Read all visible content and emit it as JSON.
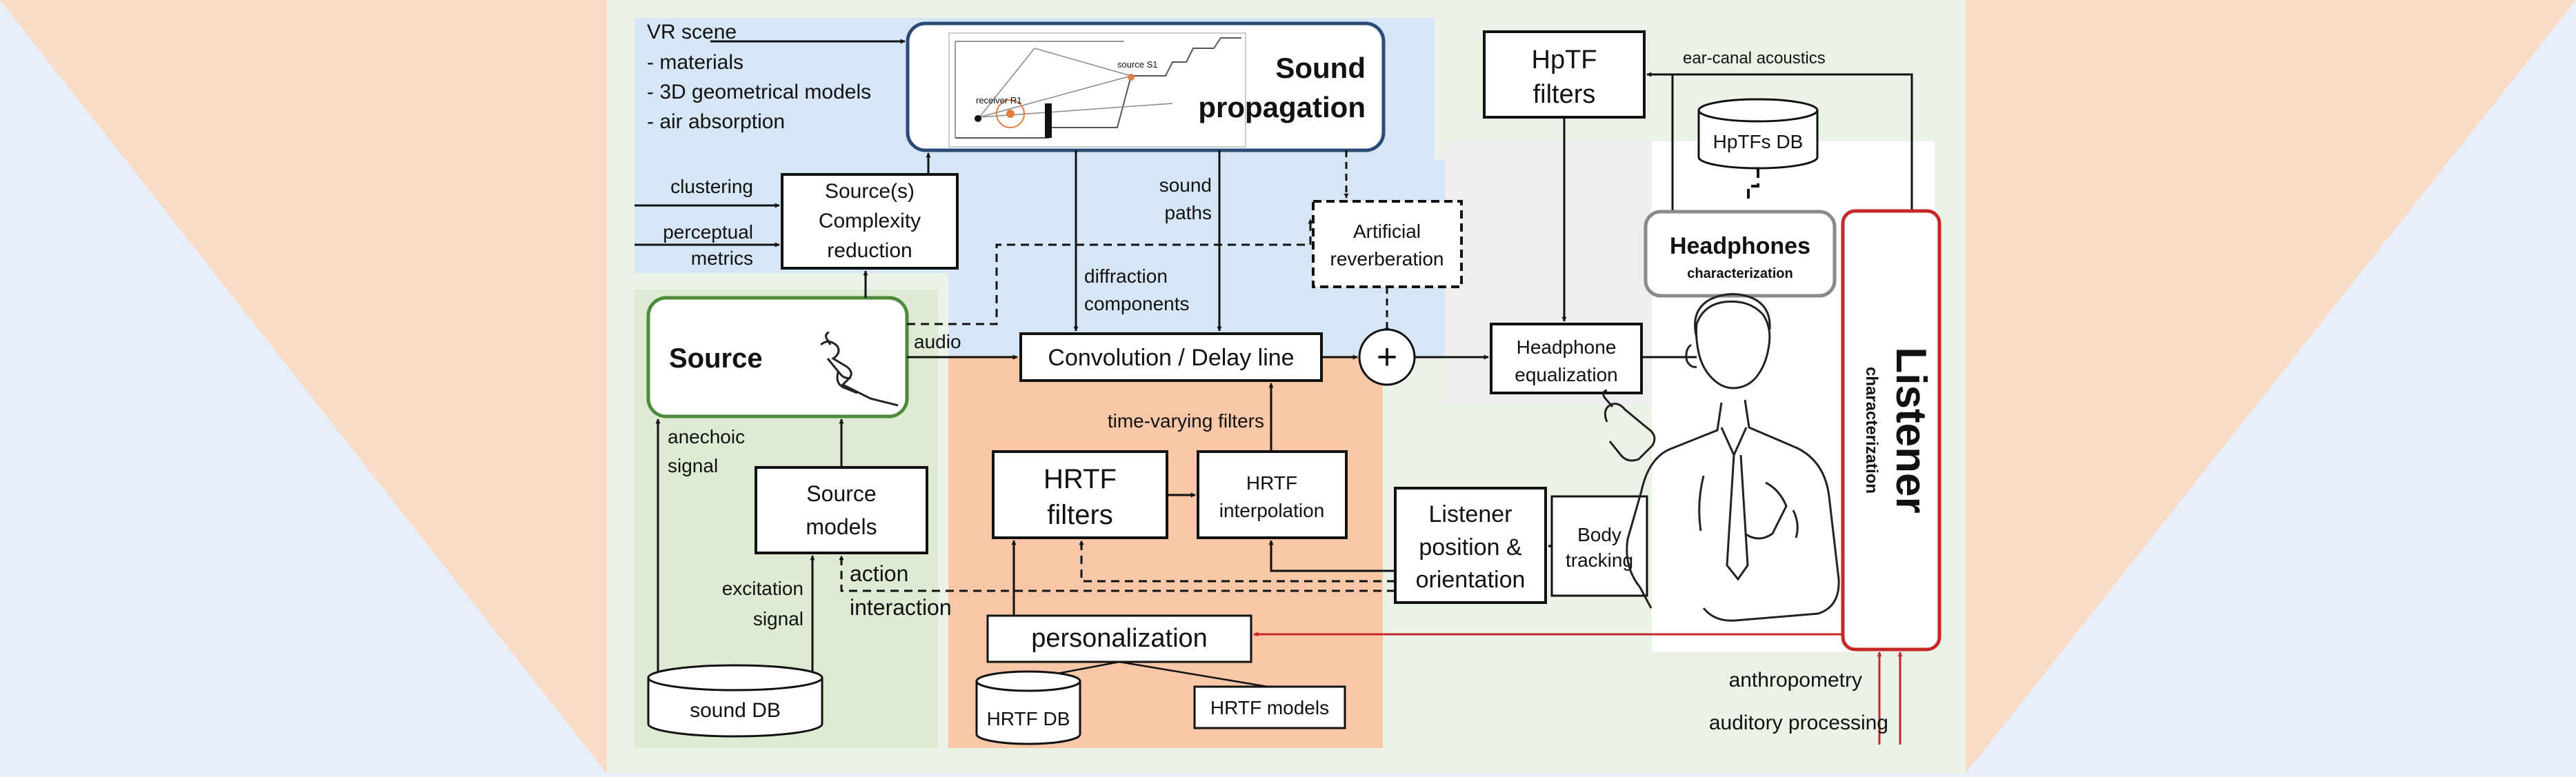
{
  "vr_scene": {
    "title": "VR scene",
    "items": [
      "- materials",
      "- 3D geometrical models",
      "- air absorption"
    ]
  },
  "sound_propagation": {
    "line1": "Sound",
    "line2": "propagation"
  },
  "propagation_thumbnail": {
    "label_receiver": "receiver R1",
    "label_source": "source S1"
  },
  "complexity_reduction": {
    "line1": "Source(s)",
    "line2": "Complexity",
    "line3": "reduction",
    "input_clustering": "clustering",
    "input_perceptual": "perceptual",
    "input_metrics": "metrics"
  },
  "source": {
    "label": "Source",
    "output_audio": "audio",
    "anechoic_line1": "anechoic",
    "anechoic_line2": "signal"
  },
  "source_models": {
    "line1": "Source",
    "line2": "models",
    "excitation_line1": "excitation",
    "excitation_line2": "signal"
  },
  "sound_db": {
    "label": "sound DB"
  },
  "sound_paths": {
    "line1": "sound",
    "line2": "paths"
  },
  "diffraction": {
    "line1": "diffraction",
    "line2": "components"
  },
  "artificial_reverberation": {
    "line1": "Artificial",
    "line2": "reverberation"
  },
  "convolution": {
    "label": "Convolution / Delay line"
  },
  "summing_node": {
    "symbol": "+"
  },
  "time_varying": {
    "label": "time-varying filters"
  },
  "hrtf_filters": {
    "line1": "HRTF",
    "line2": "filters"
  },
  "hrtf_interpolation": {
    "line1": "HRTF",
    "line2": "interpolation"
  },
  "action_interaction": {
    "line1": "action",
    "line2": "interaction"
  },
  "personalization": {
    "label": "personalization"
  },
  "hrtf_db": {
    "label": "HRTF DB"
  },
  "hrtf_models": {
    "label": "HRTF models"
  },
  "listener_position": {
    "line1": "Listener",
    "line2": "position &",
    "line3": "orientation"
  },
  "body_tracking": {
    "line1": "Body",
    "line2": "tracking"
  },
  "headphone_equalization": {
    "line1": "Headphone",
    "line2": "equalization"
  },
  "hptf_filters": {
    "line1": "HpTF",
    "line2": "filters"
  },
  "ear_canal": {
    "label": "ear-canal acoustics"
  },
  "hptfs_db": {
    "label": "HpTFs DB"
  },
  "headphones": {
    "line1": "Headphones",
    "line2": "characterization"
  },
  "listener": {
    "line1": "Listener",
    "line2": "characterization"
  },
  "listener_inputs": {
    "anthropometry": "anthropometry",
    "auditory": "auditory processing"
  },
  "colors": {
    "background_left": "#e8eff8",
    "background_peach": "#f8dcc8",
    "panel_green_pale": "#ebf3e6",
    "region_blue": "#d6e6f6",
    "region_green": "#dcebd2",
    "region_orange": "#f7c7a8",
    "region_gray": "#eeeeee",
    "source_border": "#4e8a3c",
    "propagation_border": "#2a4b78",
    "listener_border": "#c6282a",
    "red_arrow": "#c6282a"
  }
}
